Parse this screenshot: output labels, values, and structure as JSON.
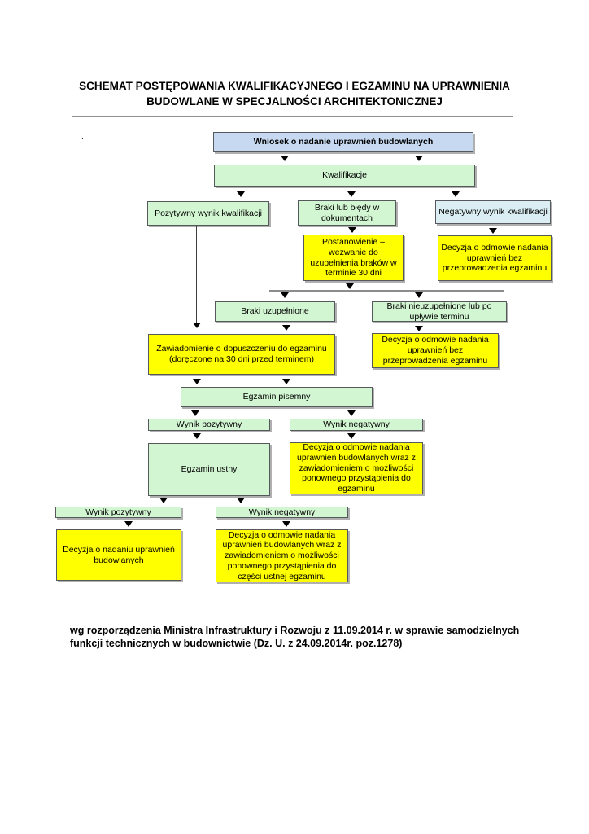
{
  "title": "SCHEMAT POSTĘPOWANIA KWALIFIKACYJNEGO I EGZAMINU NA UPRAWNIENIA BUDOWLANE W SPECJALNOŚCI ARCHITEKTONICZNEJ",
  "stray_dot": ".",
  "footer": "wg rozporządzenia Ministra Infrastruktury i Rozwoju z 11.09.2014 r. w sprawie samodzielnych funkcji technicznych w budownictwie (Dz. U. z 24.09.2014r. poz.1278)",
  "palette": {
    "box_blue": "#c6d9f0",
    "box_pale_blue": "#daeef3",
    "box_green": "#d2f5d2",
    "box_yellow": "#ffff00",
    "box_border": "#55585c",
    "connector_line": "#8c8c8c",
    "arrow": "#000000"
  },
  "nodes": {
    "wniosek": {
      "text": "Wniosek o nadanie uprawnień budowlanych"
    },
    "kwalifikacje": {
      "text": "Kwalifikacje"
    },
    "pozytywny1": {
      "text": "Pozytywny wynik kwalifikacji"
    },
    "braki_bledy": {
      "text": "Braki lub błędy w dokumentach"
    },
    "negatywny1": {
      "text": "Negatywny wynik kwalifikacji"
    },
    "postanowienie": {
      "text": "Postanowienie – wezwanie do uzupełnienia braków w terminie 30 dni"
    },
    "decyzja_odmowa1": {
      "text": "Decyzja o odmowie nadania uprawnień bez przeprowadzenia egzaminu"
    },
    "braki_uzup": {
      "text": "Braki uzupełnione"
    },
    "braki_nieuzup": {
      "text": "Braki nieuzupełnione lub po upływie terminu"
    },
    "zawiadomienie": {
      "text": "Zawiadomienie o dopuszczeniu do egzaminu (doręczone na 30 dni przed terminem)"
    },
    "decyzja_odmowa2": {
      "text": "Decyzja o odmowie nadania uprawnień bez przeprowadzenia egzaminu"
    },
    "egzamin_pisemny": {
      "text": "Egzamin pisemny"
    },
    "wynik_poz1": {
      "text": "Wynik pozytywny"
    },
    "wynik_neg1": {
      "text": "Wynik negatywny"
    },
    "egzamin_ustny": {
      "text": "Egzamin ustny"
    },
    "decyzja_odmowa3": {
      "text": "Decyzja o odmowie nadania uprawnień budowlanych wraz z zawiadomieniem o możliwości ponownego przystąpienia do egzaminu"
    },
    "wynik_poz2": {
      "text": "Wynik pozytywny"
    },
    "wynik_neg2": {
      "text": "Wynik negatywny"
    },
    "decyzja_nadanie": {
      "text": "Decyzja o nadaniu uprawnień budowlanych"
    },
    "decyzja_odmowa4": {
      "text": "Decyzja o odmowie nadania uprawnień budowlanych wraz z zawiadomieniem o możliwości ponownego przystąpienia do części ustnej egzaminu"
    }
  }
}
